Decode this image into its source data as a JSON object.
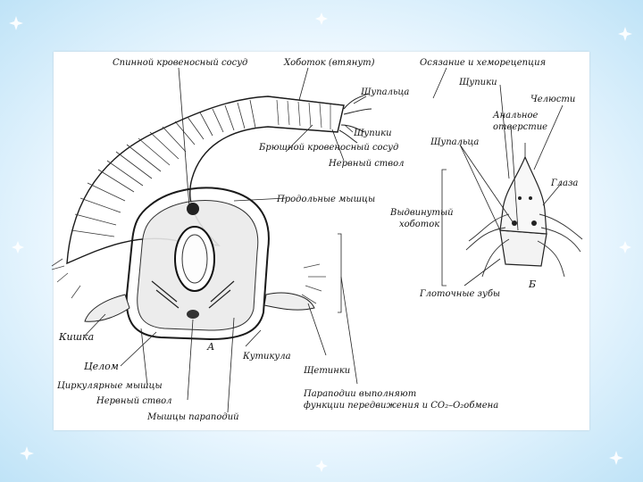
{
  "labels": {
    "dorsal_vessel": "Спинной кровеносный сосуд",
    "proboscis": "Хоботок (втянут)",
    "tentacles_top": "Щупальца",
    "palps_top": "Щупики",
    "ventral_vessel": "Брюшной кровеносный сосуд",
    "nerve_cord_top": "Нервный ствол",
    "longitudinal_muscles": "Продольные мышцы",
    "intestine": "Кишка",
    "coelom": "Целом",
    "circular_muscles": "Циркулярные мышцы",
    "nerve_cord_bottom": "Нервный ствол",
    "parapodia_muscles": "Мышцы параподий",
    "cuticle": "Кутикула",
    "bristles": "Щетинки",
    "parapodia_function_1": "Параподии выполняют",
    "parapodia_function_2": "функции передвижения и CO₂–O₂обмена",
    "letter_a": "А",
    "touch_chemo": "Осязание и хеморецепция",
    "palps_right": "Щупики",
    "jaws": "Челюсти",
    "anal_opening_1": "Анальное",
    "anal_opening_2": "отверстие",
    "tentacles_right": "Щупальца",
    "eyes": "Глаза",
    "everted_proboscis_1": "Выдвинутый",
    "everted_proboscis_2": "хоботок",
    "pharyngeal_teeth": "Глоточные зубы",
    "letter_b": "Б"
  }
}
